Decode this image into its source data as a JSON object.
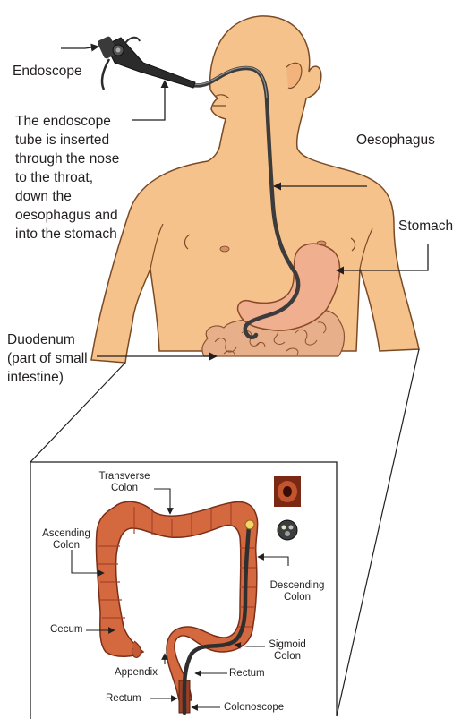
{
  "colors": {
    "skin": "#f6c28b",
    "skin_outline": "#7a4a25",
    "stomach": "#f0b090",
    "intestine": "#e7b08a",
    "colon": "#d4693f",
    "colon_shade": "#a8432a",
    "tube": "#3c3c3c",
    "line": "#231f20"
  },
  "icons": {
    "endoscope": "endoscope-handle-icon",
    "camera_view": "endoscope-camera-view-icon",
    "scope_tip": "colonoscope-tip-icon"
  },
  "upper_labels": {
    "endoscope": "Endoscope",
    "tube_note": [
      "The endoscope",
      "tube is inserted",
      "through the nose",
      "to the throat,",
      "down the",
      "oesophagus and",
      "into the stomach"
    ],
    "oesophagus": "Oesophagus",
    "stomach": "Stomach",
    "duodenum": [
      "Duodenum",
      "(part of small",
      "intestine)"
    ]
  },
  "inset_labels": {
    "transverse": [
      "Transverse",
      "Colon"
    ],
    "ascending": [
      "Ascending",
      "Colon"
    ],
    "descending": [
      "Descending",
      "Colon"
    ],
    "cecum": "Cecum",
    "sigmoid": [
      "Sigmoid",
      "Colon"
    ],
    "appendix": "Appendix",
    "rectum_right": "Rectum",
    "rectum_left": "Rectum",
    "colonoscope": "Colonoscope"
  }
}
